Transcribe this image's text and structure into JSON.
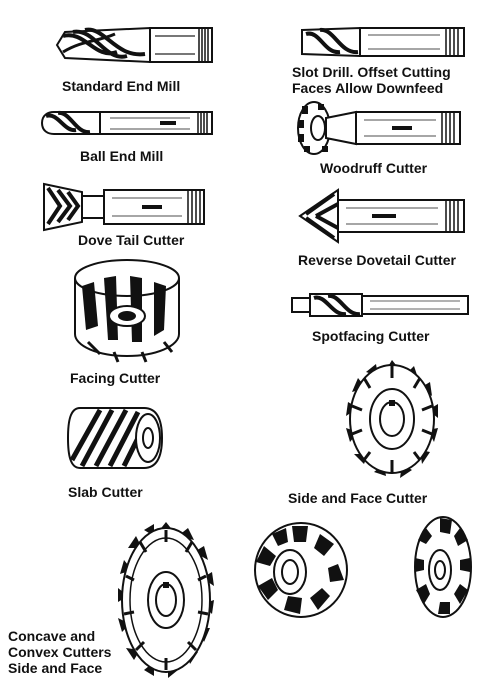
{
  "colors": {
    "ink": "#111111",
    "paper": "#ffffff",
    "shade": "#bdbdbd",
    "mid": "#7a7a7a"
  },
  "tools": {
    "standard_end_mill": {
      "label": "Standard End Mill",
      "icon": "standard-end-mill-icon"
    },
    "slot_drill": {
      "label_line1": "Slot Drill. Offset Cutting",
      "label_line2": "Faces Allow Downfeed",
      "icon": "slot-drill-icon"
    },
    "ball_end_mill": {
      "label": "Ball End Mill",
      "icon": "ball-end-mill-icon"
    },
    "woodruff_cutter": {
      "label": "Woodruff Cutter",
      "icon": "woodruff-cutter-icon"
    },
    "dove_tail_cutter": {
      "label": "Dove Tail Cutter",
      "icon": "dove-tail-cutter-icon"
    },
    "reverse_dovetail_cutter": {
      "label": "Reverse Dovetail Cutter",
      "icon": "reverse-dovetail-cutter-icon"
    },
    "facing_cutter": {
      "label": "Facing Cutter",
      "icon": "facing-cutter-icon"
    },
    "spotfacing_cutter": {
      "label": "Spotfacing Cutter",
      "icon": "spotfacing-cutter-icon"
    },
    "slab_cutter": {
      "label": "Slab Cutter",
      "icon": "slab-cutter-icon"
    },
    "side_and_face_cutter": {
      "label": "Side and Face Cutter",
      "icon": "side-and-face-cutter-icon"
    },
    "concave_convex": {
      "label_line1": "Concave and",
      "label_line2": "Convex Cutters",
      "label_line3": "Side and Face",
      "icon": "concave-convex-cutter-icon"
    }
  }
}
